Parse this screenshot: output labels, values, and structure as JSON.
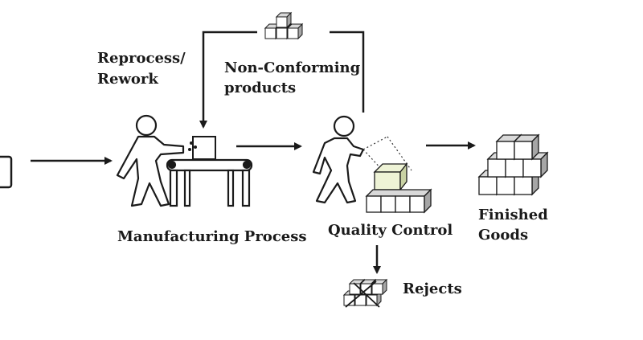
{
  "labels": {
    "reprocess_line1": "Reprocess/",
    "reprocess_line2": "Rework",
    "nonconforming_line1": "Non-Conforming",
    "nonconforming_line2": "products",
    "manufacturing": "Manufacturing Process",
    "quality": "Quality Control",
    "finished_line1": "Finished",
    "finished_line2": "Goods",
    "rejects": "Rejects"
  },
  "colors": {
    "ink": "#1a1a1a",
    "box_face": "#ffffff",
    "box_top": "#d9d9d9",
    "box_side": "#a6a6a6",
    "box_dark_side": "#7f7f7f",
    "inspected_box": "#eef3d6"
  },
  "icons": [
    "input-box-icon",
    "worker-icon",
    "conveyor-table-icon",
    "package-icon",
    "inspector-icon",
    "inspection-box-stack-icon",
    "finished-goods-stack-icon",
    "reject-boxes-icon",
    "non-conforming-boxes-icon"
  ]
}
